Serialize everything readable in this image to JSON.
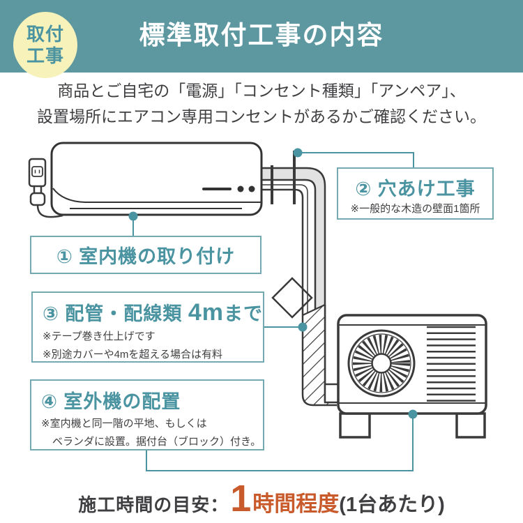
{
  "colors": {
    "header_bg": "#5d98a0",
    "accent": "#4a93a0",
    "box_border": "#74a9b1",
    "badge_bg": "#f6f2ba",
    "line_dark": "#3a3a3a",
    "text_dark": "#3f3f42",
    "orange": "#c85a2b",
    "pipe_gray": "#e2e2e2"
  },
  "badge": {
    "line1": "取付",
    "line2": "工事"
  },
  "header": {
    "title": "標準取付工事の内容"
  },
  "intro": {
    "line1": "商品とご自宅の「電源」「コンセント種類」「アンペア」、",
    "line2": "設置場所にエアコン専用コンセントがあるかご確認ください。"
  },
  "steps": [
    {
      "label": "① 室内機の取り付け"
    },
    {
      "label": "② 穴あけ工事",
      "note1": "※一般的な木造の壁面1箇所"
    },
    {
      "label_pre": "③ 配管・配線類 ",
      "label_em": "4m",
      "label_tail": "まで",
      "note1": "※テープ巻き仕上げです",
      "note2": "※別途カバーや4mを超える場合は有料"
    },
    {
      "label": "④ 室外機の配置",
      "note1": "※室内機と同一階の平地、もしくは",
      "note2": "ベランダに設置。据付台（ブロック）付き。"
    }
  ],
  "footer": {
    "prefix": "施工時間の目安：",
    "big_number": "1",
    "highlight": "時間程度",
    "suffix": "(1台あたり)"
  }
}
